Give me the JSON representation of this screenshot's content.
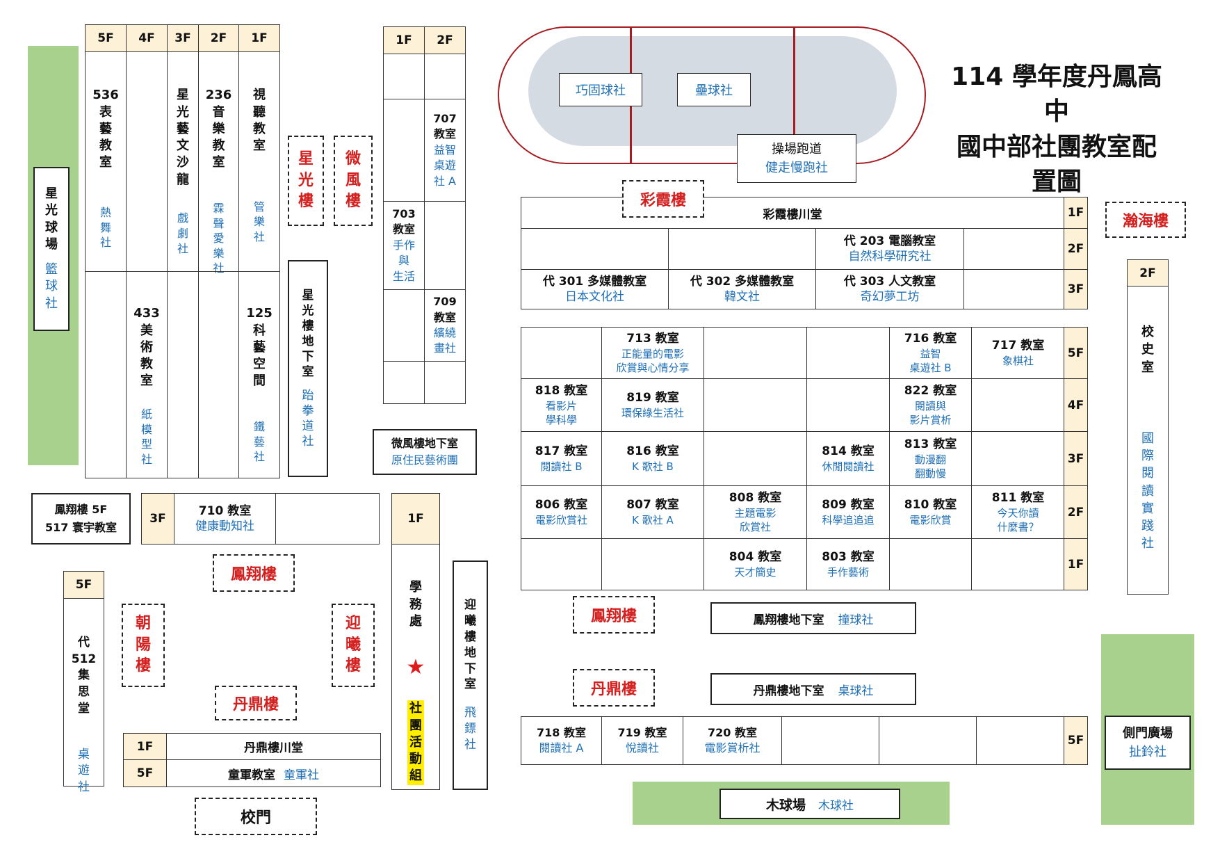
{
  "title": {
    "line1": "114 學年度丹鳳高中",
    "line2": "國中部社團教室配置圖"
  },
  "colors": {
    "club": "#1f6fb5",
    "building": "#d41f1f",
    "floor_header": "#fdf1d8",
    "field": "#a9d18e",
    "track": "#a51d22"
  },
  "track": {
    "left_court": "巧固球社",
    "right_court": "壘球社",
    "runway": "操場跑道",
    "runway_club": "健走慢跑社"
  },
  "west_block": {
    "floors": [
      "5F",
      "4F",
      "3F",
      "2F",
      "1F"
    ],
    "upper": [
      {
        "room": "536\n表\n藝\n教\n室",
        "club": "熱\n舞\n社"
      },
      {
        "room": "",
        "club": ""
      },
      {
        "room": "星\n光\n藝\n文\n沙\n龍",
        "club": "戲\n劇\n社"
      },
      {
        "room": "236\n音\n樂\n教\n室",
        "club": "霖\n聲\n愛\n樂\n社"
      },
      {
        "room": "視\n聽\n教\n室",
        "club": "管\n樂\n社"
      }
    ],
    "lower": [
      {
        "room": "",
        "club": ""
      },
      {
        "room": "433\n美\n術\n教\n室",
        "club": "紙\n模\n型\n社"
      },
      {
        "room": "",
        "club": ""
      },
      {
        "room": "",
        "club": ""
      },
      {
        "room": "125\n科\n藝\n空\n間",
        "club": "鐵\n藝\n社"
      }
    ]
  },
  "basketball": {
    "name": "星\n光\n球\n場",
    "club": "籃\n球\n社"
  },
  "xingguang_label": "星\n光\n樓",
  "weifeng_label": "微\n風\n樓",
  "xingguang_basement": {
    "name": "星\n光\n樓\n地\n下\n室",
    "club": "跆\n拳\n道\n社"
  },
  "middle_block": {
    "floors": [
      "1F",
      "2F"
    ],
    "r707": "707\n教室",
    "r707_club": "益智\n桌遊\n社 A",
    "r703": "703\n教室",
    "r703_club": "手作\n與\n生活",
    "r709": "709\n教室",
    "r709_club": "繽繞\n畫社"
  },
  "weifeng_basement": {
    "name": "微風樓地下室",
    "club": "原住民藝術團"
  },
  "caixia": {
    "label": "彩霞樓",
    "hall": "彩霞樓川堂",
    "floors": [
      "1F",
      "2F",
      "3F"
    ],
    "r203": "代 203 電腦教室",
    "r203_club": "自然科學研究社",
    "r301": "代 301 多媒體教室",
    "r301_club": "日本文化社",
    "r302": "代 302 多媒體教室",
    "r302_club": "韓文社",
    "r303": "代 303 人文教室",
    "r303_club": "奇幻夢工坊"
  },
  "hanhai": {
    "label": "瀚海樓",
    "floor": "2F",
    "room": "校\n史\n室",
    "club": "國\n際\n閱\n讀\n實\n踐\n社"
  },
  "east_block": {
    "floors": [
      "5F",
      "4F",
      "3F",
      "2F",
      "1F"
    ],
    "rows": [
      [
        {
          "room": "",
          "club": ""
        },
        {
          "room": "713 教室",
          "club": "正能量的電影\n欣賞與心情分享"
        },
        {
          "room": "",
          "club": ""
        },
        {
          "room": "",
          "club": ""
        },
        {
          "room": "716 教室",
          "club": "益智\n桌遊社 B"
        },
        {
          "room": "717 教室",
          "club": "象棋社"
        }
      ],
      [
        {
          "room": "818 教室",
          "club": "看影片\n學科學"
        },
        {
          "room": "819 教室",
          "club": "環保綠生活社"
        },
        {
          "room": "",
          "club": ""
        },
        {
          "room": "",
          "club": ""
        },
        {
          "room": "822 教室",
          "club": "閱讀與\n影片賞析"
        },
        {
          "room": "",
          "club": ""
        }
      ],
      [
        {
          "room": "817 教室",
          "club": "閱讀社 B"
        },
        {
          "room": "816 教室",
          "club": "K 歌社 B"
        },
        {
          "room": "",
          "club": ""
        },
        {
          "room": "814 教室",
          "club": "休閒閱讀社"
        },
        {
          "room": "813 教室",
          "club": "動漫翻\n翻動慢"
        },
        {
          "room": "",
          "club": ""
        }
      ],
      [
        {
          "room": "806 教室",
          "club": "電影欣賞社"
        },
        {
          "room": "807 教室",
          "club": "K 歌社 A"
        },
        {
          "room": "808 教室",
          "club": "主題電影\n欣賞社"
        },
        {
          "room": "809 教室",
          "club": "科學追追追"
        },
        {
          "room": "810 教室",
          "club": "電影欣賞"
        },
        {
          "room": "811 教室",
          "club": "今天你讀\n什麼書？"
        }
      ],
      [
        {
          "room": "",
          "club": ""
        },
        {
          "room": "",
          "club": ""
        },
        {
          "room": "804 教室",
          "club": "天才簡史"
        },
        {
          "room": "803 教室",
          "club": "手作藝術"
        },
        {
          "room": "",
          "club": ""
        },
        {
          "room": "",
          "club": ""
        }
      ]
    ]
  },
  "fengxiang_room": {
    "line1": "鳳翔樓 5F",
    "line2": "517 寰宇教室"
  },
  "r710": {
    "floor": "3F",
    "room": "710 教室",
    "club": "健康動知社"
  },
  "admin": {
    "floor": "1F",
    "room": "學\n務\n處",
    "club": "社\n團\n活\n動\n組"
  },
  "yingxi_basement": {
    "name": "迎\n曦\n樓\n地\n下\n室",
    "club": "飛\n鏢\n社"
  },
  "labels": {
    "fengxiang": "鳳翔樓",
    "chaoyang": "朝\n陽\n樓",
    "yingxi": "迎\n曦\n樓",
    "danding": "丹鼎樓",
    "gate": "校門",
    "fengxiang_e": "鳳翔樓",
    "danding_e": "丹鼎樓"
  },
  "r512": {
    "floor": "5F",
    "room": "代\n512\n集\n思\n堂",
    "club": "桌\n遊\n社"
  },
  "danding_block": {
    "f1": "1F",
    "hall": "丹鼎樓川堂",
    "f5": "5F",
    "room": "童軍教室",
    "club": "童軍社"
  },
  "fengxiang_basement": {
    "name": "鳳翔樓地下室",
    "club": "撞球社"
  },
  "danding_basement": {
    "name": "丹鼎樓地下室",
    "club": "桌球社"
  },
  "row718": {
    "floor": "5F",
    "cells": [
      {
        "room": "718 教室",
        "club": "閱讀社 A"
      },
      {
        "room": "719 教室",
        "club": "悅讀社"
      },
      {
        "room": "720 教室",
        "club": "電影賞析社"
      },
      {
        "room": "",
        "club": ""
      },
      {
        "room": "",
        "club": ""
      }
    ]
  },
  "wood": {
    "name": "木球場",
    "club": "木球社"
  },
  "side_gate": {
    "name": "側門廣場",
    "club": "扯鈴社"
  }
}
